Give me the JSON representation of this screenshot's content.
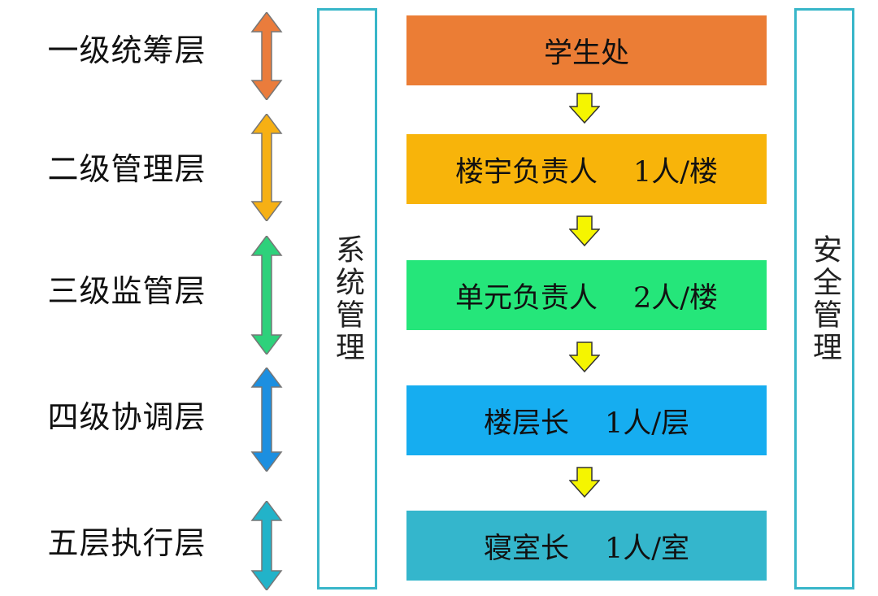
{
  "levels": [
    {
      "label": "一级统筹层",
      "color": "#ea7c3c"
    },
    {
      "label": "二级管理层",
      "color": "#f6b014"
    },
    {
      "label": "三级监管层",
      "color": "#2ed17b"
    },
    {
      "label": "四级协调层",
      "color": "#1c8fe0"
    },
    {
      "label": "五层执行层",
      "color": "#22b3c9"
    }
  ],
  "left_side": {
    "label": "系统管理"
  },
  "right_side": {
    "label": "安全管理"
  },
  "roles": [
    {
      "name": "学生处",
      "count": "",
      "color": "#eb7d35"
    },
    {
      "name": "楼宇负责人",
      "count": "1人/楼",
      "color": "#f8b40a"
    },
    {
      "name": "单元负责人",
      "count": "2人/楼",
      "color": "#25e67a"
    },
    {
      "name": "楼层长",
      "count": "1人/层",
      "color": "#16adf0"
    },
    {
      "name": "寝室长",
      "count": "1人/室",
      "color": "#34b6cc"
    }
  ],
  "flow_arrow_color": "#f5f500"
}
